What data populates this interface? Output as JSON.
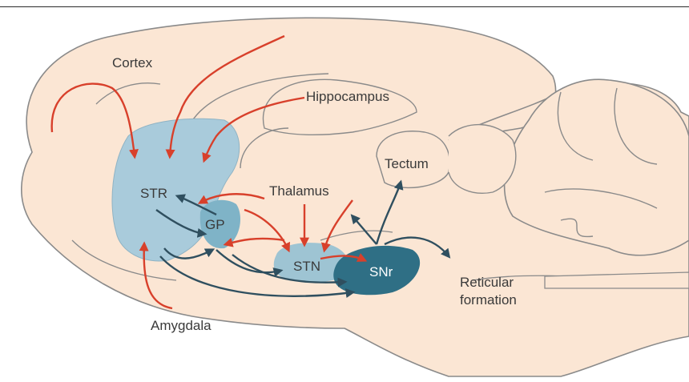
{
  "diagram": {
    "labels": {
      "cortex": "Cortex",
      "hippocampus": "Hippocampus",
      "tectum": "Tectum",
      "thalamus": "Thalamus",
      "str": "STR",
      "gp": "GP",
      "stn": "STN",
      "snr": "SNr",
      "reticular_line1": "Reticular",
      "reticular_line2": "formation",
      "amygdala": "Amygdala"
    },
    "colors": {
      "brain_fill": "#fbe6d4",
      "brain_outline": "#8a8a8a",
      "str_fill": "#a9cbdb",
      "stn_fill": "#7fb3c7",
      "snr_fill": "#2f6f85",
      "excitatory_arrow": "#d8402b",
      "inhibitory_arrow": "#2f4f5f"
    },
    "arrow_types": [
      "excitatory-red",
      "inhibitory-dark"
    ]
  }
}
